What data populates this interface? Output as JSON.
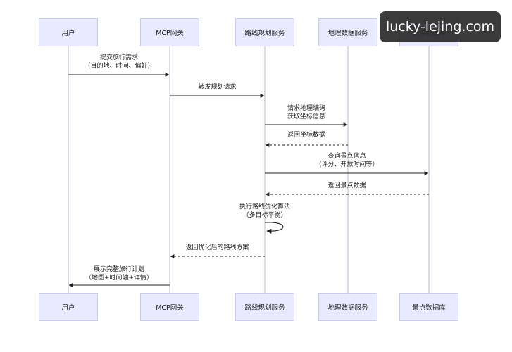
{
  "participants": [
    {
      "id": "user",
      "label": "用户"
    },
    {
      "id": "gateway",
      "label": "MCP网关"
    },
    {
      "id": "route",
      "label": "路线规划服务"
    },
    {
      "id": "geo",
      "label": "地理数据服务"
    },
    {
      "id": "poi",
      "label": "景点数据库"
    }
  ],
  "messages": [
    {
      "from": "user",
      "to": "gateway",
      "style": "solid",
      "lines": [
        "提交旅行需求",
        "（目的地、时间、偏好）"
      ]
    },
    {
      "from": "gateway",
      "to": "route",
      "style": "solid",
      "lines": [
        "转发规划请求"
      ]
    },
    {
      "from": "route",
      "to": "geo",
      "style": "solid",
      "lines": [
        "请求地理编码",
        "获取坐标信息"
      ]
    },
    {
      "from": "geo",
      "to": "route",
      "style": "dashed",
      "lines": [
        "返回坐标数据"
      ]
    },
    {
      "from": "route",
      "to": "poi",
      "style": "solid",
      "lines": [
        "查询景点信息",
        "（评分、开放时间等）"
      ]
    },
    {
      "from": "poi",
      "to": "route",
      "style": "dashed",
      "lines": [
        "返回景点数据"
      ]
    },
    {
      "from": "route",
      "to": "route",
      "style": "self",
      "lines": [
        "执行路线优化算法",
        "（多目标平衡）"
      ]
    },
    {
      "from": "route",
      "to": "gateway",
      "style": "dashed",
      "lines": [
        "返回优化后的路线方案"
      ]
    },
    {
      "from": "gateway",
      "to": "user",
      "style": "solid",
      "lines": [
        "展示完整旅行计划",
        "（地图+时间轴+详情）"
      ]
    }
  ],
  "colors": {
    "lifeline": "#b8b8cc",
    "arrow": "#222222",
    "box_fill": "#e9e9ff"
  },
  "watermark": "lucky-lejing.com"
}
